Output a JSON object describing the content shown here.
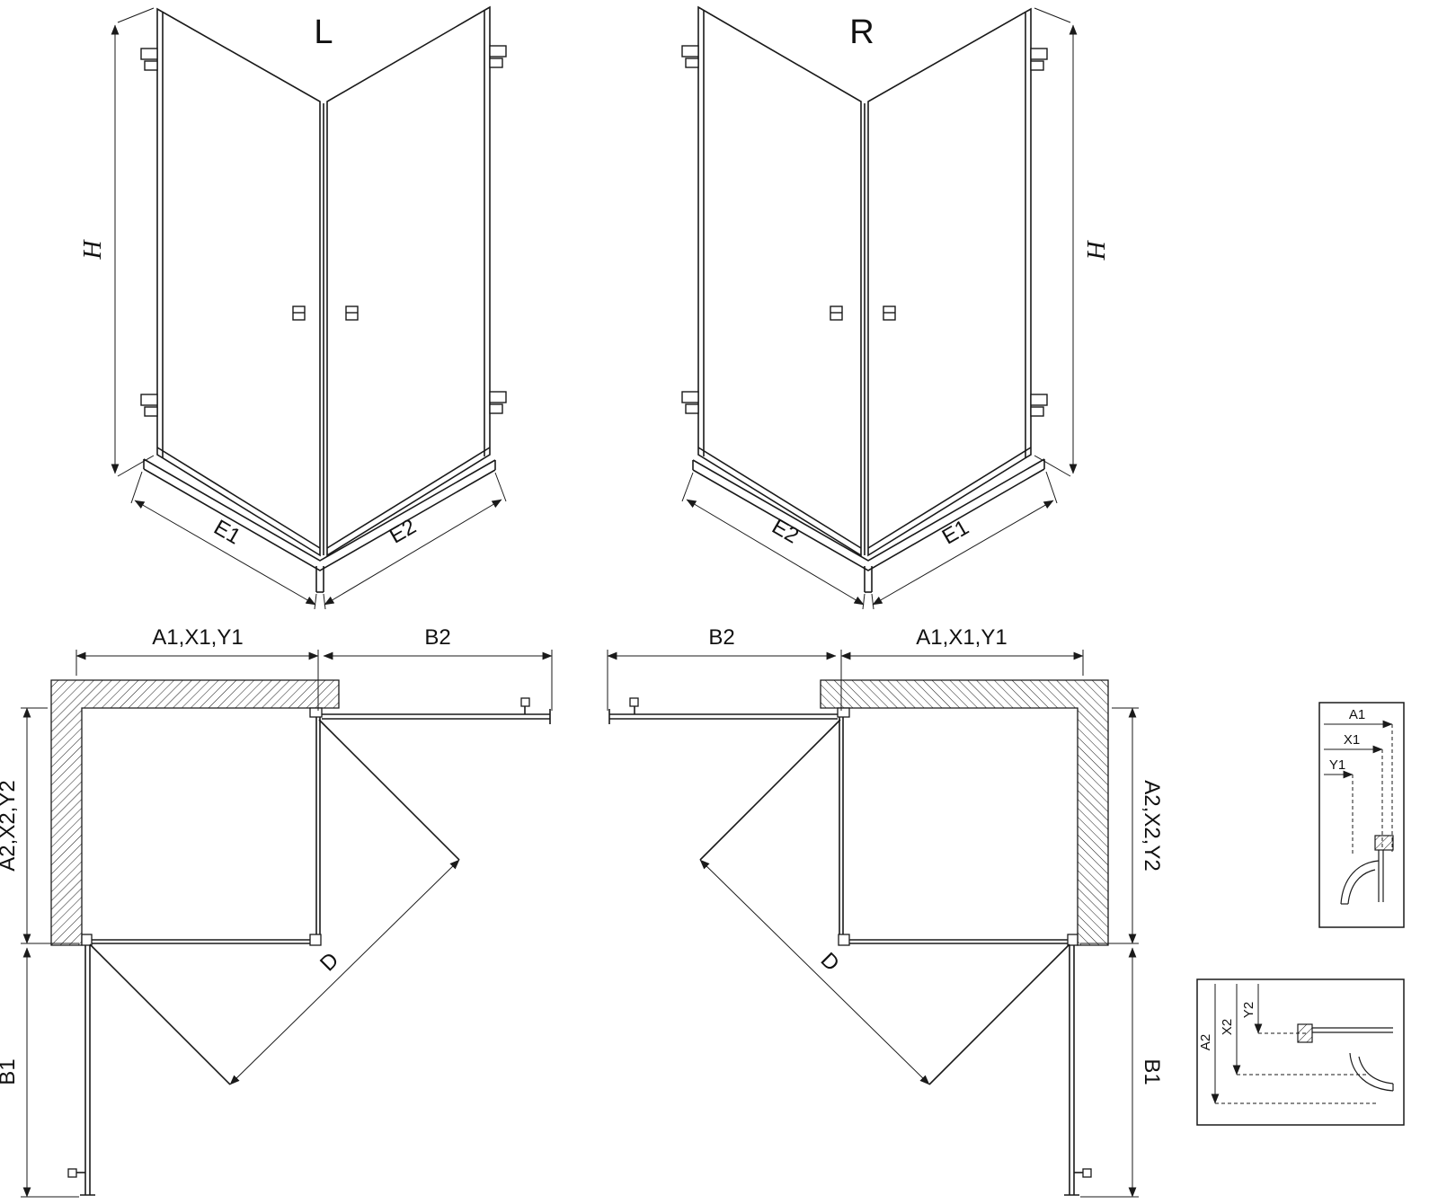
{
  "colors": {
    "line": "#1a1a1a",
    "text": "#111111",
    "background": "#ffffff"
  },
  "perspective_left": {
    "variant": "L",
    "height": "H",
    "bottom_left": "E1",
    "bottom_right": "E2"
  },
  "perspective_right": {
    "variant": "R",
    "height": "H",
    "bottom_left": "E2",
    "bottom_right": "E1"
  },
  "plan_left": {
    "top_width": "A1,X1,Y1",
    "top_door": "B2",
    "side_depth": "A2,X2,Y2",
    "side_door": "B1",
    "diagonal": "D"
  },
  "plan_right": {
    "top_door": "B2",
    "top_width": "A1,X1,Y1",
    "side_depth": "A2,X2,Y2",
    "side_door": "B1",
    "diagonal": "D"
  },
  "detail_wall_profile_top": {
    "dims": [
      "A1",
      "X1",
      "Y1"
    ]
  },
  "detail_wall_profile_side": {
    "dims": [
      "A2",
      "X2",
      "Y2"
    ]
  }
}
